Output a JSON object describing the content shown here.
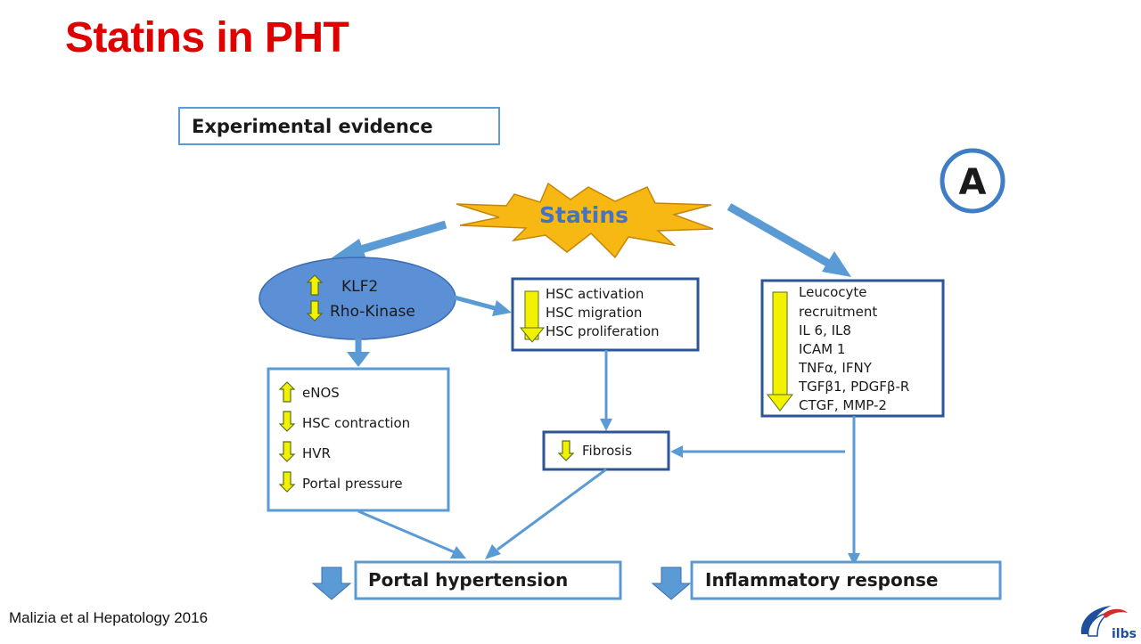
{
  "slide": {
    "title": "Statins in PHT",
    "citation": "Malizia et al Hepatology 2016"
  },
  "diagram": {
    "header_box": "Experimental evidence",
    "panel_label": "A",
    "center_node": "Statins",
    "klf_node": {
      "line1": "KLF2",
      "line2": "Rho-Kinase"
    },
    "hsc_box": {
      "lines": [
        "HSC activation",
        "HSC migration",
        "HSC proliferation"
      ]
    },
    "inflammation_box": {
      "lines": [
        "Leucocyte",
        "recruitment",
        "IL 6, IL8",
        "ICAM 1",
        "TNFα, IFNY",
        "TGFβ1, PDGFβ-R",
        "CTGF, MMP-2"
      ]
    },
    "enos_box": {
      "lines": [
        "eNOS",
        "HSC contraction",
        "HVR",
        "Portal pressure"
      ]
    },
    "fibrosis_box": "Fibrosis",
    "outcome_left": "Portal hypertension",
    "outcome_right": "Inflammatory response"
  },
  "logo": {
    "text": "ilbs",
    "brand_color": "#1f4e9c",
    "accent_color": "#d62b2b"
  },
  "colors": {
    "title_red": "#e00000",
    "box_border_light": "#5b9bd5",
    "box_border_dark": "#2e5597",
    "arrow_blue": "#5b9bd5",
    "ellipse_fill": "#5b8fd6",
    "starburst_fill": "#f7b814",
    "statins_text": "#4472c4",
    "indicator_yellow": "#f2f200"
  }
}
